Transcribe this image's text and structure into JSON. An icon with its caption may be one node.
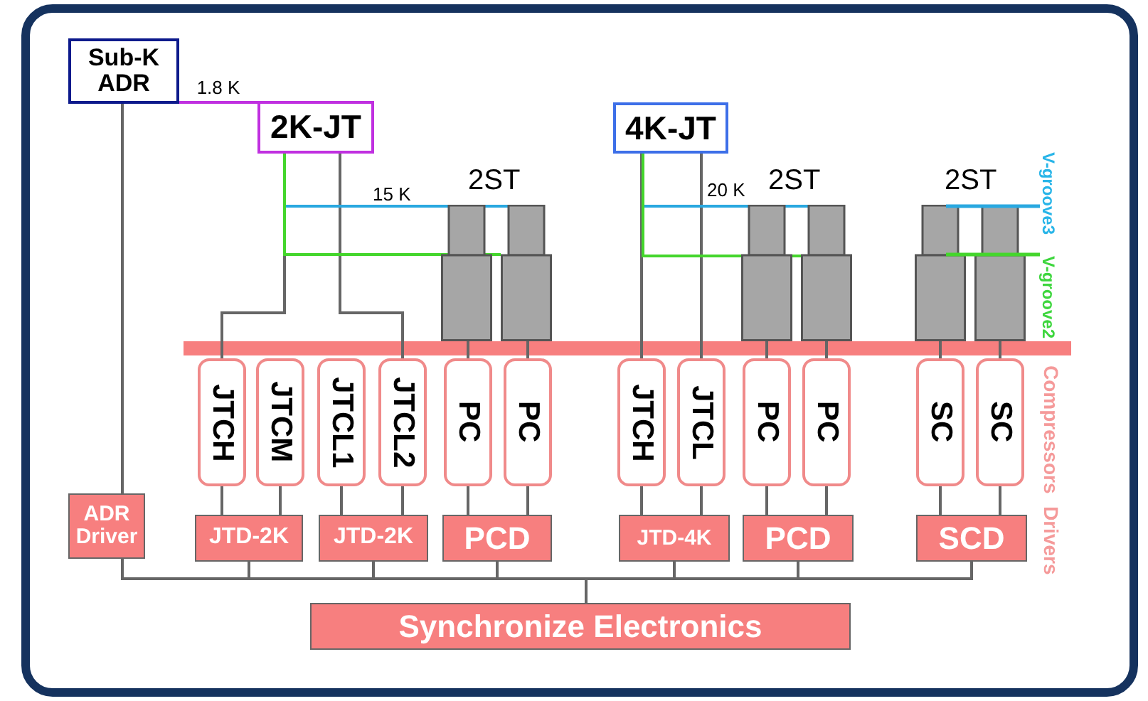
{
  "diagram": {
    "nodes": [
      {
        "text": [
          "Sub-K ADR"
        ]
      },
      {
        "text": [
          "2K-JT"
        ]
      },
      {
        "text": [
          "4K-JT"
        ]
      },
      {
        "text": [],
        "shape": "box"
      },
      {
        "text": [],
        "shape": "box"
      },
      {
        "text": [],
        "shape": "box"
      },
      {
        "text": [],
        "shape": "box"
      },
      {
        "text": [],
        "shape": "box"
      },
      {
        "text": [],
        "shape": "box"
      },
      {
        "text": [
          "JTCH"
        ]
      },
      {
        "text": [
          "JTCM"
        ]
      },
      {
        "text": [
          "JTCL1"
        ]
      },
      {
        "text": [
          "JTCL2"
        ]
      },
      {
        "text": [
          "PC"
        ]
      },
      {
        "text": [
          "PC"
        ]
      },
      {
        "text": [
          "JTCH"
        ]
      },
      {
        "text": [
          "JTCL"
        ]
      },
      {
        "text": [
          "PC"
        ]
      },
      {
        "text": [
          "PC"
        ]
      },
      {
        "text": [
          "SC"
        ]
      },
      {
        "text": [
          "SC"
        ]
      },
      {
        "text": [
          "ADR Driver"
        ]
      },
      {
        "text": [
          "JTD-2K"
        ]
      },
      {
        "text": [
          "JTD-2K"
        ]
      },
      {
        "text": [
          "PCD"
        ]
      },
      {
        "text": [
          "JTD-4K"
        ]
      },
      {
        "text": [
          "PCD"
        ]
      },
      {
        "text": [
          "SCD"
        ]
      },
      {
        "text": [
          "Synchronize Electronics"
        ]
      }
    ],
    "edges": [
      {
        "from": 0,
        "to": 1,
        "arrow": "none",
        "label": "1.8 K",
        "color": "#c030e0"
      },
      {
        "from": 1,
        "to": 9,
        "arrow": "none"
      },
      {
        "from": 1,
        "to": 12,
        "arrow": "none"
      },
      {
        "from": 2,
        "to": 15,
        "arrow": "none"
      },
      {
        "from": 2,
        "to": 16,
        "arrow": "none"
      },
      {
        "from": 13,
        "to": 3,
        "arrow": "none"
      },
      {
        "from": 14,
        "to": 4,
        "arrow": "none"
      },
      {
        "from": 17,
        "to": 5,
        "arrow": "none"
      },
      {
        "from": 18,
        "to": 6,
        "arrow": "none"
      },
      {
        "from": 19,
        "to": 7,
        "arrow": "none"
      },
      {
        "from": 20,
        "to": 8,
        "arrow": "none"
      },
      {
        "from": 9,
        "to": 22,
        "arrow": "none"
      },
      {
        "from": 10,
        "to": 22,
        "arrow": "none"
      },
      {
        "from": 11,
        "to": 23,
        "arrow": "none"
      },
      {
        "from": 12,
        "to": 23,
        "arrow": "none"
      },
      {
        "from": 13,
        "to": 24,
        "arrow": "none"
      },
      {
        "from": 14,
        "to": 24,
        "arrow": "none"
      },
      {
        "from": 15,
        "to": 25,
        "arrow": "none"
      },
      {
        "from": 16,
        "to": 25,
        "arrow": "none"
      },
      {
        "from": 17,
        "to": 26,
        "arrow": "none"
      },
      {
        "from": 18,
        "to": 26,
        "arrow": "none"
      },
      {
        "from": 19,
        "to": 27,
        "arrow": "none"
      },
      {
        "from": 20,
        "to": 27,
        "arrow": "none"
      },
      {
        "from": 0,
        "to": 21,
        "arrow": "none"
      },
      {
        "from": 21,
        "to": 28,
        "arrow": "none"
      },
      {
        "from": 22,
        "to": 28,
        "arrow": "none"
      },
      {
        "from": 23,
        "to": 28,
        "arrow": "none"
      },
      {
        "from": 24,
        "to": 28,
        "arrow": "none"
      },
      {
        "from": 25,
        "to": 28,
        "arrow": "none"
      },
      {
        "from": 26,
        "to": 28,
        "arrow": "none"
      },
      {
        "from": 27,
        "to": 28,
        "arrow": "none"
      },
      {
        "from": 1,
        "to": 4,
        "arrow": "none",
        "color": "#29a8e0"
      },
      {
        "from": 1,
        "to": 4,
        "arrow": "none",
        "color": "#44d62c"
      },
      {
        "from": 2,
        "to": 6,
        "arrow": "none",
        "color": "#29a8e0"
      },
      {
        "from": 2,
        "to": 6,
        "arrow": "none",
        "color": "#44d62c"
      }
    ],
    "labels": [
      "15 K",
      "2ST",
      "20 K",
      "2ST",
      "2ST",
      "V-groove3",
      "V-groove2",
      "Compressors",
      "Drivers"
    ]
  }
}
